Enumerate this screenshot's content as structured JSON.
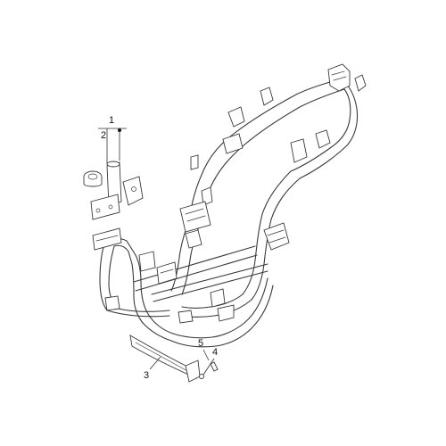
{
  "callouts": {
    "c1": "1",
    "c2": "2",
    "c3": "3",
    "c4": "4",
    "c5": "5"
  },
  "colors": {
    "line": "#3a3a3a",
    "background": "#ffffff"
  }
}
